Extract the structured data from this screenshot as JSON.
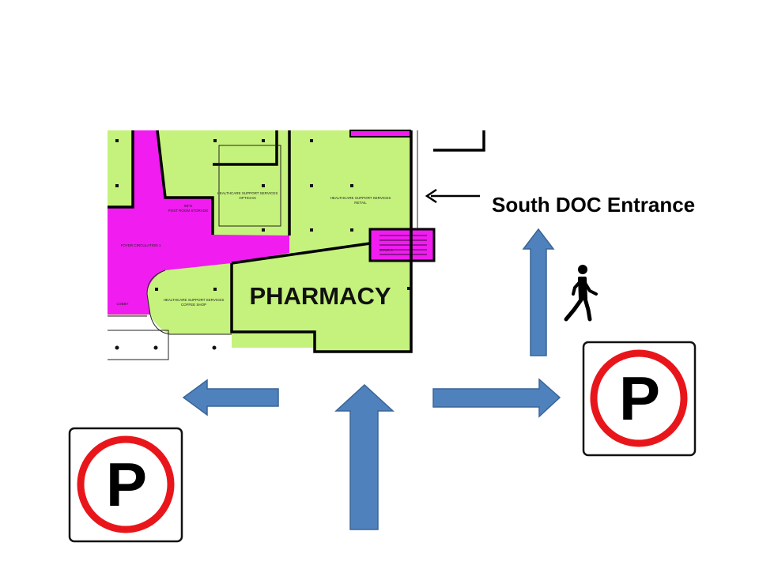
{
  "floor_plan": {
    "pharmacy_label": "PHARMACY",
    "rooms": [
      {
        "name": "HEALTHCARE SUPPORT SERVICES",
        "sub": "OPTICIAN"
      },
      {
        "name": "HEALTHCARE SUPPORT SERVICES",
        "sub": "RETAIL"
      },
      {
        "name": "HEALTHCARE SUPPORT SERVICES",
        "sub": "COFFEE SHOP"
      },
      {
        "name": "INFO",
        "sub": "POST ROOM STORAGE"
      },
      {
        "name": "FOYER CIRCULATION 1",
        "sub": ""
      },
      {
        "name": "LOBBY",
        "sub": ""
      },
      {
        "name": "STAIR 3",
        "sub": ""
      }
    ],
    "colors": {
      "room": "#c5f27c",
      "circulation": "#f01cf0"
    }
  },
  "entrance": {
    "label": "South DOC Entrance",
    "arrow_icon": "arrow-left-icon"
  },
  "arrows": {
    "color": "#4f81bd",
    "items": [
      "arrow-left-icon",
      "arrow-up-icon",
      "arrow-right-icon",
      "arrow-up-icon"
    ]
  },
  "parking": {
    "letter": "P",
    "ring_color": "#e8161b",
    "signs": [
      "parking-sign-left",
      "parking-sign-right"
    ]
  },
  "pedestrian_icon": "walking-person-icon"
}
